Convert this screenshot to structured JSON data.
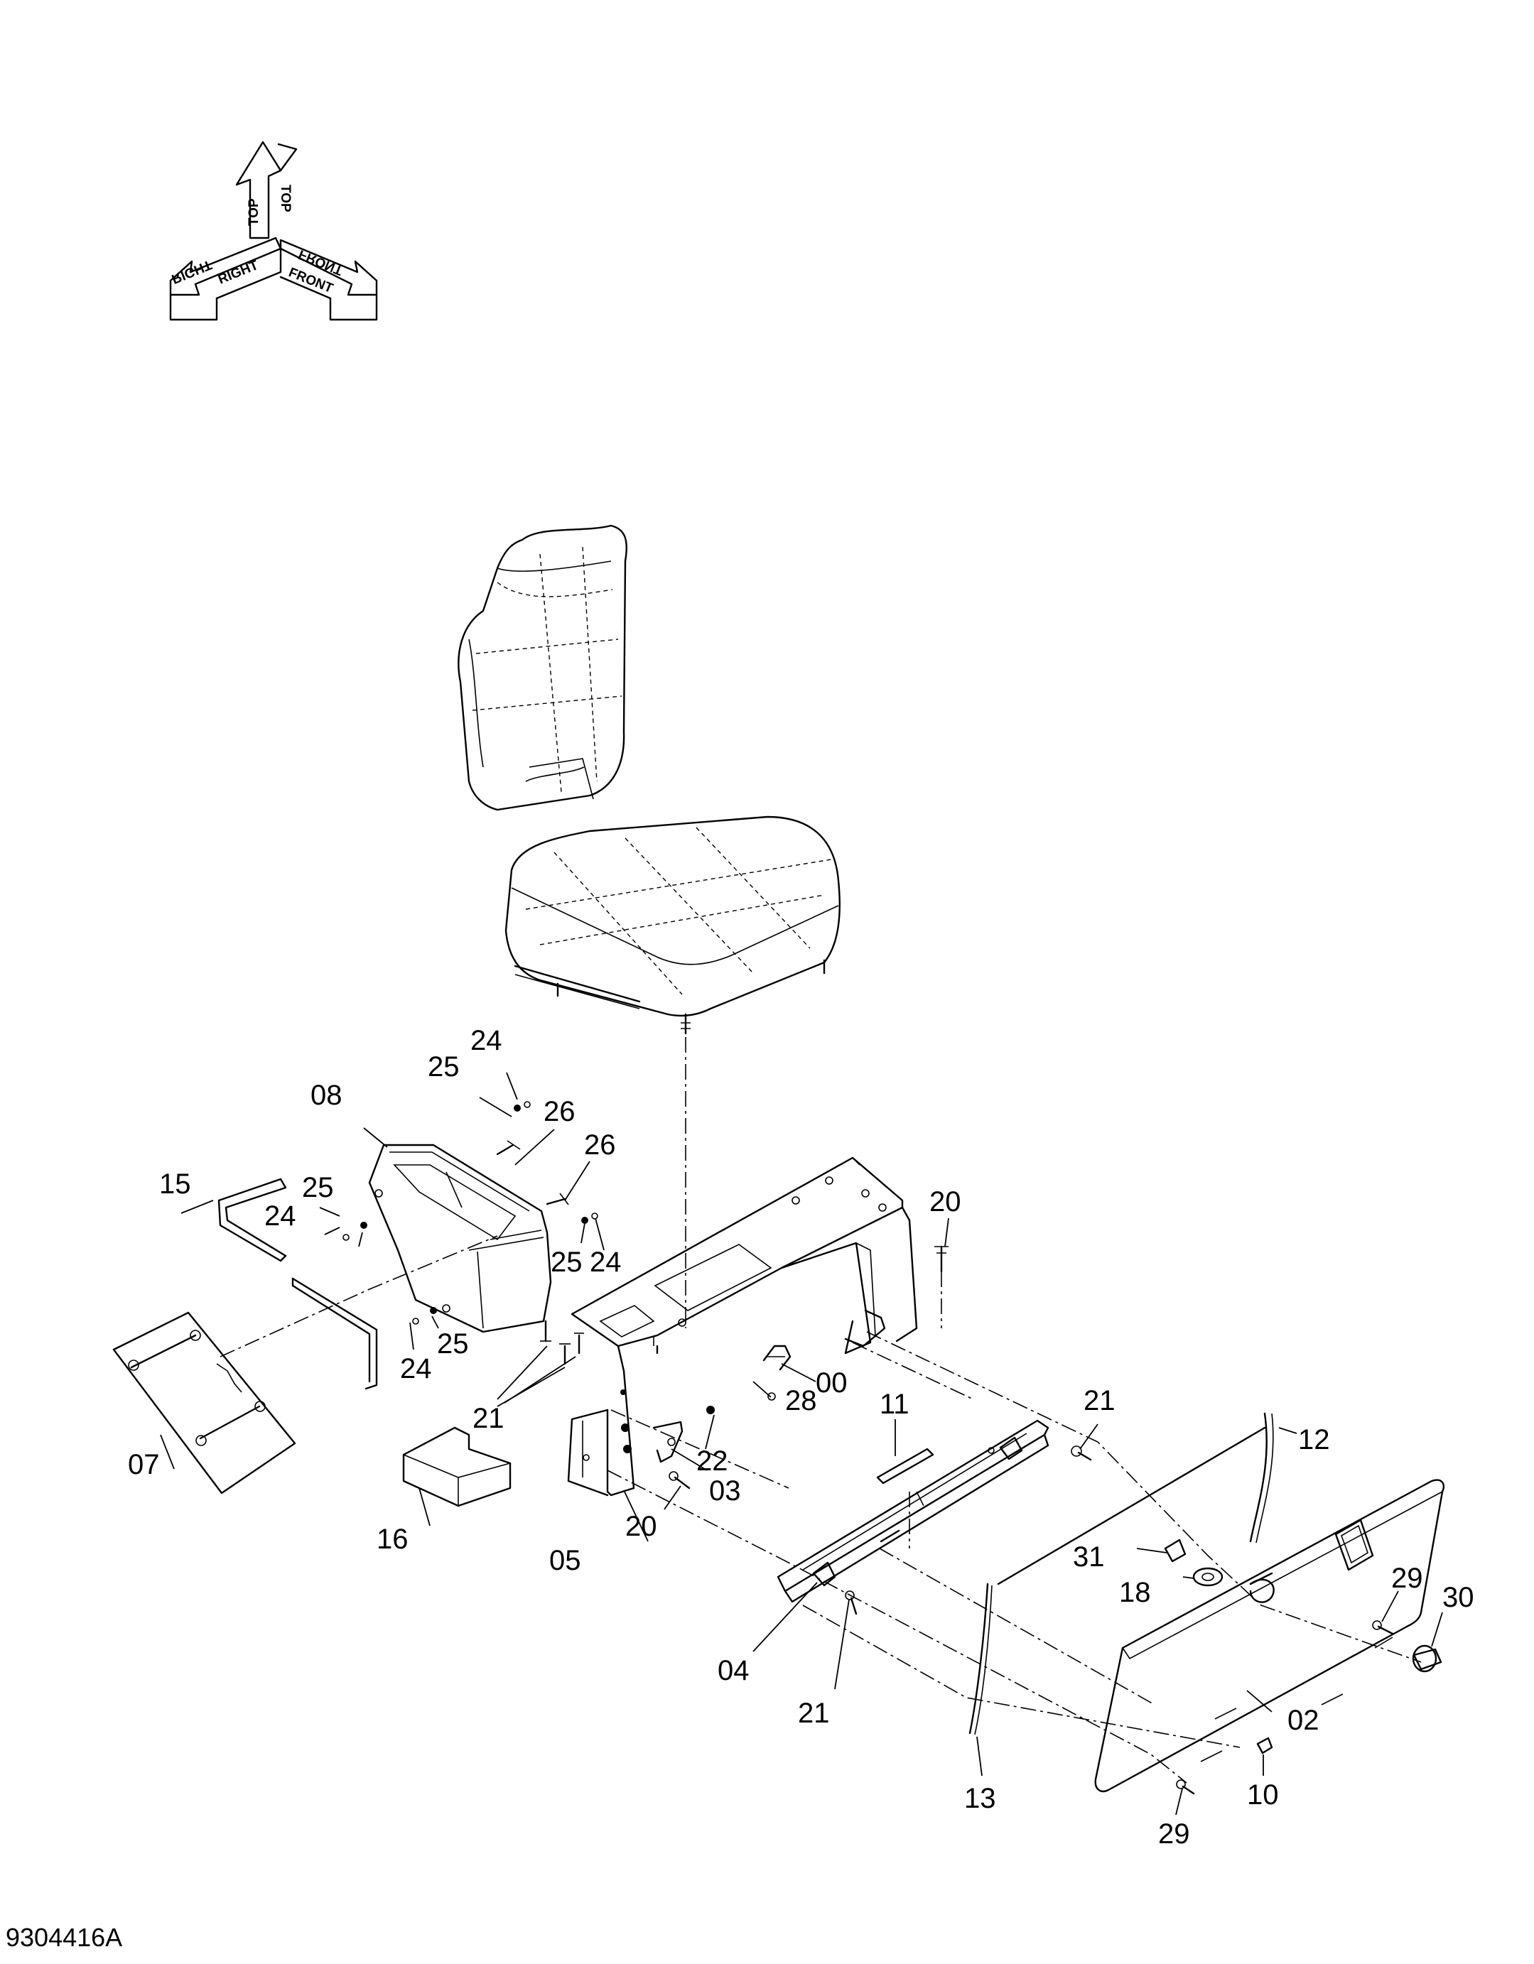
{
  "drawing_number": "9304416A",
  "orientation": {
    "top": "TOP",
    "right": "RIGHT",
    "front": "FRONT"
  },
  "callouts": {
    "c00": "00",
    "c02": "02",
    "c03": "03",
    "c04": "04",
    "c05": "05",
    "c07": "07",
    "c08": "08",
    "c10": "10",
    "c11": "11",
    "c12": "12",
    "c13": "13",
    "c15": "15",
    "c16": "16",
    "c18": "18",
    "c20a": "20",
    "c20b": "20",
    "c21a": "21",
    "c21b": "21",
    "c21c": "21",
    "c22": "22",
    "c24a": "24",
    "c24b": "24",
    "c24c": "24",
    "c24d": "24",
    "c25a": "25",
    "c25b": "25",
    "c25c": "25",
    "c25d": "25",
    "c26a": "26",
    "c26b": "26",
    "c28": "28",
    "c29a": "29",
    "c29b": "29",
    "c30": "30",
    "c31": "31"
  }
}
